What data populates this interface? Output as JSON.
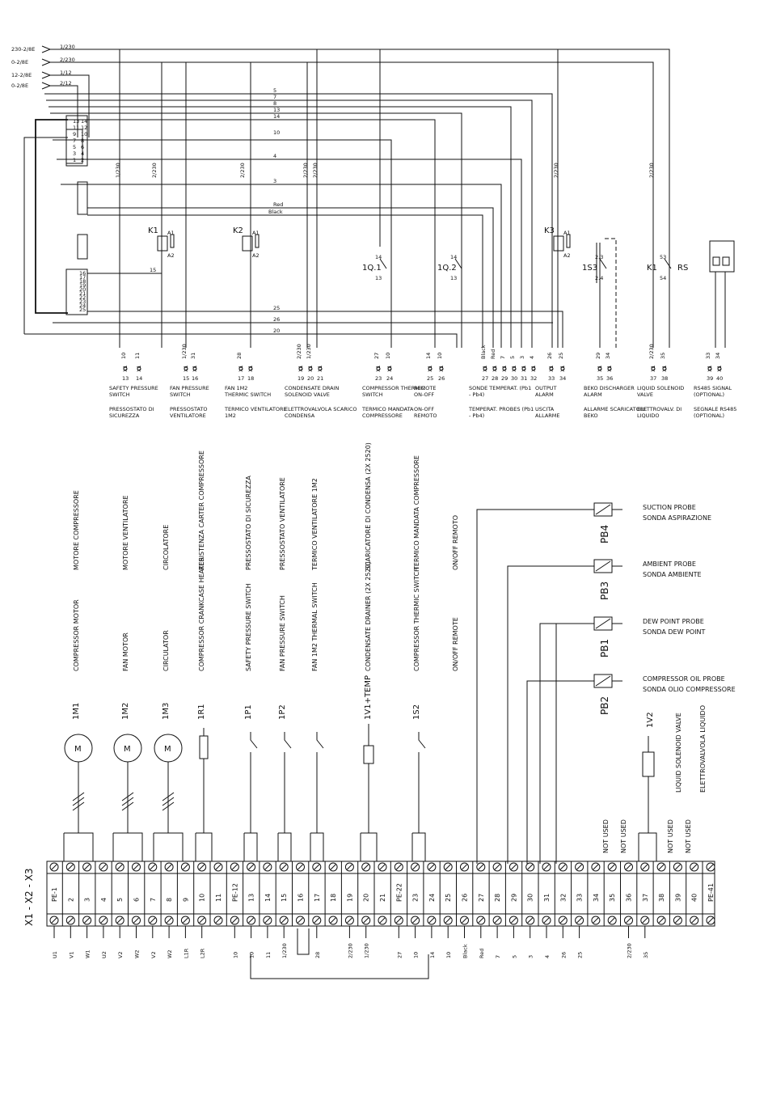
{
  "inputs": [
    "230-2/8E",
    "0-2/8E",
    "12-2/8E",
    "0-2/8E"
  ],
  "input_wires": [
    "1/230",
    "2/230",
    "1/12",
    "2/12"
  ],
  "bus_numbers": [
    "5",
    "7",
    "8",
    "13",
    "14",
    "10",
    "4",
    "3"
  ],
  "top_voltages": [
    "1/230",
    "2/230",
    "2/230",
    "2/230",
    "2/230",
    "2/230",
    "2/230"
  ],
  "relays": [
    {
      "name": "K1",
      "a1": "A1",
      "a2": "A2"
    },
    {
      "name": "K2",
      "a1": "A1",
      "a2": "A2"
    },
    {
      "name": "K3",
      "a1": "A1",
      "a2": "A2"
    }
  ],
  "contacts": [
    {
      "name": "1Q.1",
      "t1": "14",
      "t2": "13"
    },
    {
      "name": "1Q.2",
      "t1": "14",
      "t2": "13"
    },
    {
      "name": "1S3",
      "t1": "2.3",
      "t2": "2.4"
    },
    {
      "name": "K1",
      "t1": "53",
      "t2": "54"
    },
    {
      "name": "RS"
    }
  ],
  "mid_wires": [
    "15",
    "Red",
    "Black",
    "25",
    "26",
    "20"
  ],
  "top_terminals": [
    {
      "wires": [
        "10",
        "11"
      ],
      "nums": [
        "13",
        "14"
      ],
      "en": "SAFETY PRESSURE SWITCH",
      "it": "PRESSOSTATO DI SICUREZZA"
    },
    {
      "wires": [
        "1/230",
        "31"
      ],
      "nums": [
        "15",
        "16"
      ],
      "en": "FAN PRESSURE SWITCH",
      "it": "PRESSOSTATO VENTILATORE"
    },
    {
      "wires": [
        "28"
      ],
      "nums": [
        "17",
        "18"
      ],
      "en": "FAN 1M2 THERMIC SWITCH",
      "it": "TERMICO VENTILATORE 1M2"
    },
    {
      "wires": [
        "2/230",
        "1/230"
      ],
      "nums": [
        "19",
        "20",
        "21"
      ],
      "en": "CONDENSATE DRAIN SOLENOID VALVE",
      "it": "ELETTROVALVOLA SCARICO CONDENSA"
    },
    {
      "wires": [
        "27",
        "10"
      ],
      "nums": [
        "23",
        "24"
      ],
      "en": "COMPRESSOR THERMIC SWITCH",
      "it": "TERMICO MANDATA COMPRESSORE"
    },
    {
      "wires": [
        "14",
        "10"
      ],
      "nums": [
        "25",
        "26"
      ],
      "en": "REMOTE ON-OFF",
      "it": "ON-OFF REMOTO"
    },
    {
      "wires": [
        "Black",
        "Red",
        "7",
        "5",
        "3",
        "4"
      ],
      "nums": [
        "27",
        "28",
        "29",
        "30",
        "31",
        "32"
      ],
      "en": "SONDE TEMPERAT. (Pb1 - Pb4)",
      "it": "TEMPERAT. PROBES (Pb1 - Pb4)"
    },
    {
      "wires": [
        "26",
        "25"
      ],
      "nums": [
        "33",
        "34"
      ],
      "en": "OUTPUT ALARM",
      "it": "USCITA ALLARME"
    },
    {
      "wires": [
        "29",
        "34"
      ],
      "nums": [
        "35",
        "36"
      ],
      "en": "BEKO DISCHARGER ALARM",
      "it": "ALLARME SCARICATORE BEKO"
    },
    {
      "wires": [
        "2/230",
        "35"
      ],
      "nums": [
        "37",
        "38"
      ],
      "en": "LIQUID SOLENOID VALVE",
      "it": "ELETTROVALV. DI LIQUIDO"
    },
    {
      "wires": [
        "33",
        "34"
      ],
      "nums": [
        "39",
        "40"
      ],
      "en": "RS485 SIGNAL (OPTIONAL)",
      "it": "SEGNALE RS485 (OPTIONAL)"
    }
  ],
  "loads": [
    {
      "it": "MOTORE COMPRESSORE",
      "en": "COMPRESSOR MOTOR",
      "code": "1M1"
    },
    {
      "it": "MOTORE VENTILATORE",
      "en": "FAN MOTOR",
      "code": "1M2"
    },
    {
      "it": "CIRCOLATORE",
      "en": "CIRCULATOR",
      "code": "1M3"
    },
    {
      "it": "RESISTENZA CARTER COMPRESSORE",
      "en": "COMPRESSOR CRANKCASE HEATER",
      "code": "1R1"
    },
    {
      "it": "PRESSOSTATO DI SICUREZZA",
      "en": "SAFETY PRESSURE SWITCH",
      "code": "1P1"
    },
    {
      "it": "PRESSOSTATO VENTILATORE",
      "en": "FAN PRESSURE SWITCH",
      "code": "1P2"
    },
    {
      "it": "TERMICO VENTILATORE 1M2",
      "en": "FAN 1M2 THERMAL SWITCH",
      "code": ""
    },
    {
      "it": "SCARICATORE DI CONDENSA (2X 2520)",
      "en": "CONDENSATE DRAINER (2X 2520)",
      "code": "1V1+TEMP"
    },
    {
      "it": "TERMICO MANDATA COMPRESSORE",
      "en": "COMPRESSOR THERMIC SWITCH",
      "code": "1S2"
    },
    {
      "it": "ON/OFF REMOTO",
      "en": "ON/OFF REMOTE",
      "code": ""
    }
  ],
  "probes": [
    {
      "code": "PB4",
      "en": "SUCTION PROBE",
      "it": "SONDA ASPIRAZIONE"
    },
    {
      "code": "PB3",
      "en": "AMBIENT PROBE",
      "it": "SONDA AMBIENTE"
    },
    {
      "code": "PB1",
      "en": "DEW POINT PROBE",
      "it": "SONDA DEW POINT"
    },
    {
      "code": "PB2",
      "en": "COMPRESSOR OIL PROBE",
      "it": "SONDA OLIO COMPRESSORE"
    }
  ],
  "valve": {
    "code": "1V2",
    "en": "LIQUID SOLENOID VALVE",
    "it": "ELETTROVALVOLA LIQUIDO"
  },
  "not_used": "NOT USED",
  "terminal_strip_label": "X1 - X2 - X3",
  "terminals": [
    "PE-1",
    "2",
    "3",
    "4",
    "5",
    "6",
    "7",
    "8",
    "9",
    "10",
    "11",
    "PE-12",
    "13",
    "14",
    "15",
    "16",
    "17",
    "18",
    "19",
    "20",
    "21",
    "PE-22",
    "23",
    "24",
    "25",
    "26",
    "27",
    "28",
    "29",
    "30",
    "31",
    "32",
    "33",
    "34",
    "35",
    "36",
    "37",
    "38",
    "39",
    "40",
    "PE-41"
  ],
  "bottom_wires": [
    "U1",
    "V1",
    "W1",
    "U2",
    "V2",
    "W2",
    "V2",
    "W2",
    "L1R",
    "L2R",
    "",
    "10",
    "10",
    "11",
    "1/230",
    "",
    "28",
    "",
    "2/230",
    "1/230",
    "",
    "27",
    "10",
    "14",
    "10",
    "Black",
    "Red",
    "7",
    "5",
    "3",
    "4",
    "26",
    "25",
    "",
    "",
    "2/230",
    "35",
    "",
    "",
    "",
    ""
  ]
}
